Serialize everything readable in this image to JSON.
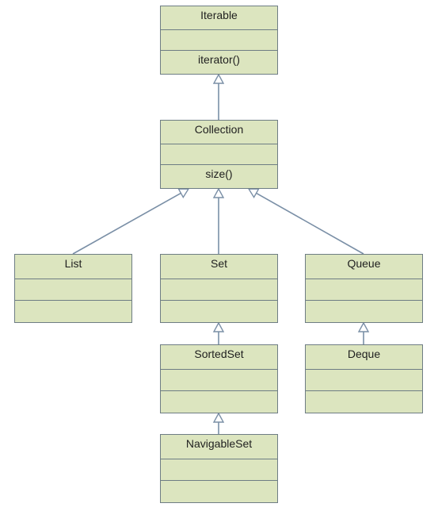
{
  "colors": {
    "box_fill": "#dce5bf",
    "box_border": "#6e7d84",
    "connector": "#7a8fa6",
    "text": "#1f1f1f"
  },
  "diagram": {
    "classes": {
      "iterable": {
        "name": "Iterable",
        "attributes": "",
        "methods": "iterator()"
      },
      "collection": {
        "name": "Collection",
        "attributes": "",
        "methods": "size()"
      },
      "list": {
        "name": "List",
        "attributes": "",
        "methods": ""
      },
      "set": {
        "name": "Set",
        "attributes": "",
        "methods": ""
      },
      "queue": {
        "name": "Queue",
        "attributes": "",
        "methods": ""
      },
      "sortedset": {
        "name": "SortedSet",
        "attributes": "",
        "methods": ""
      },
      "deque": {
        "name": "Deque",
        "attributes": "",
        "methods": ""
      },
      "navigableset": {
        "name": "NavigableSet",
        "attributes": "",
        "methods": ""
      }
    },
    "relations": [
      {
        "from": "collection",
        "to": "iterable",
        "type": "generalization"
      },
      {
        "from": "list",
        "to": "collection",
        "type": "generalization"
      },
      {
        "from": "set",
        "to": "collection",
        "type": "generalization"
      },
      {
        "from": "queue",
        "to": "collection",
        "type": "generalization"
      },
      {
        "from": "sortedset",
        "to": "set",
        "type": "generalization"
      },
      {
        "from": "navigableset",
        "to": "sortedset",
        "type": "generalization"
      },
      {
        "from": "deque",
        "to": "queue",
        "type": "generalization"
      }
    ]
  }
}
